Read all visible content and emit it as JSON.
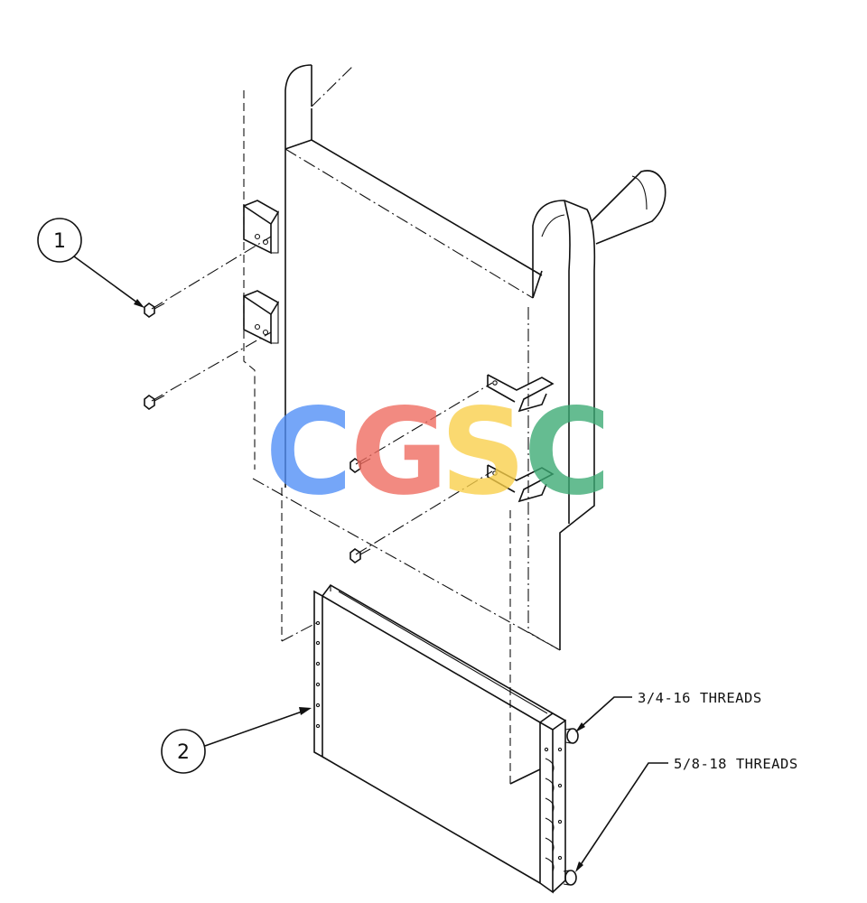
{
  "callouts": [
    {
      "label": "1"
    },
    {
      "label": "2"
    }
  ],
  "notes": {
    "thread_upper": "3/4-16 THREADS",
    "thread_lower": "5/8-18 THREADS"
  },
  "watermark": {
    "letters": [
      "C",
      "G",
      "S",
      "C"
    ],
    "colors": [
      "#4f8ef7",
      "#ef6a5e",
      "#f9cf48",
      "#3aaa73"
    ]
  }
}
